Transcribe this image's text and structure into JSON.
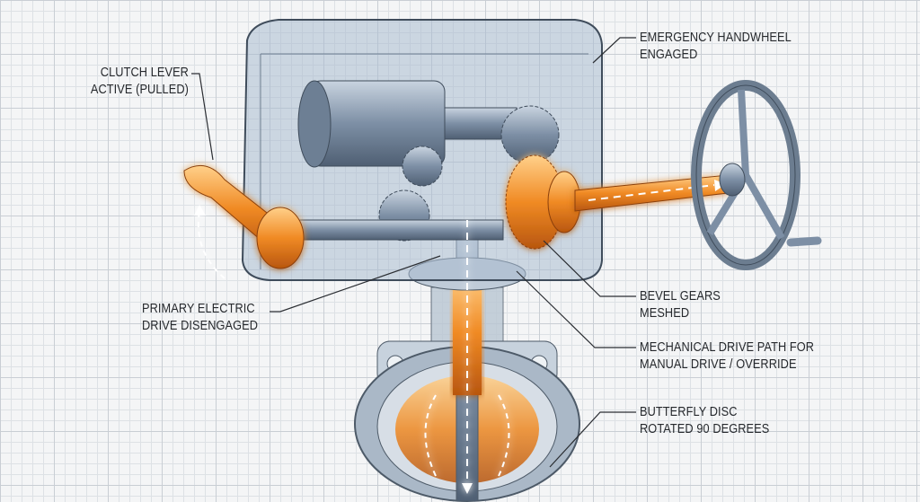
{
  "labels": {
    "clutch_lever": [
      "CLUTCH LEVER",
      "ACTIVE (PULLED)"
    ],
    "emergency_handwheel": [
      "EMERGENCY HANDWHEEL",
      "ENGAGED"
    ],
    "bevel_gears": [
      "BEVEL GEARS",
      "MESHED"
    ],
    "primary_drive": [
      "PRIMARY ELECTRIC",
      "DRIVE DISENGAGED"
    ],
    "mechanical_path": [
      "MECHANICAL DRIVE PATH FOR",
      "MANUAL DRIVE / OVERRIDE"
    ],
    "butterfly_disc": [
      "BUTTERFLY DISC",
      "ROTATED 90 DEGREES"
    ]
  },
  "colors": {
    "highlight": "#f08a24",
    "metal": "#8a9bb0",
    "housing": "#a9bcd0",
    "line": "#2b2e33"
  }
}
